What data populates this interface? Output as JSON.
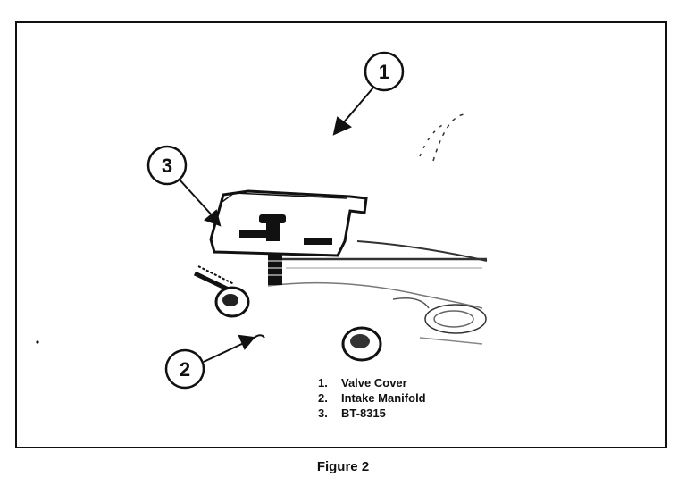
{
  "callouts": [
    {
      "number": "1",
      "label": "Valve Cover"
    },
    {
      "number": "2",
      "label": "Intake Manifold"
    },
    {
      "number": "3",
      "label": "BT-8315"
    }
  ],
  "legend": [
    {
      "num": "1.",
      "label": "Valve Cover"
    },
    {
      "num": "2.",
      "label": "Intake Manifold"
    },
    {
      "num": "3.",
      "label": "BT-8315"
    }
  ],
  "caption": "Figure 2"
}
